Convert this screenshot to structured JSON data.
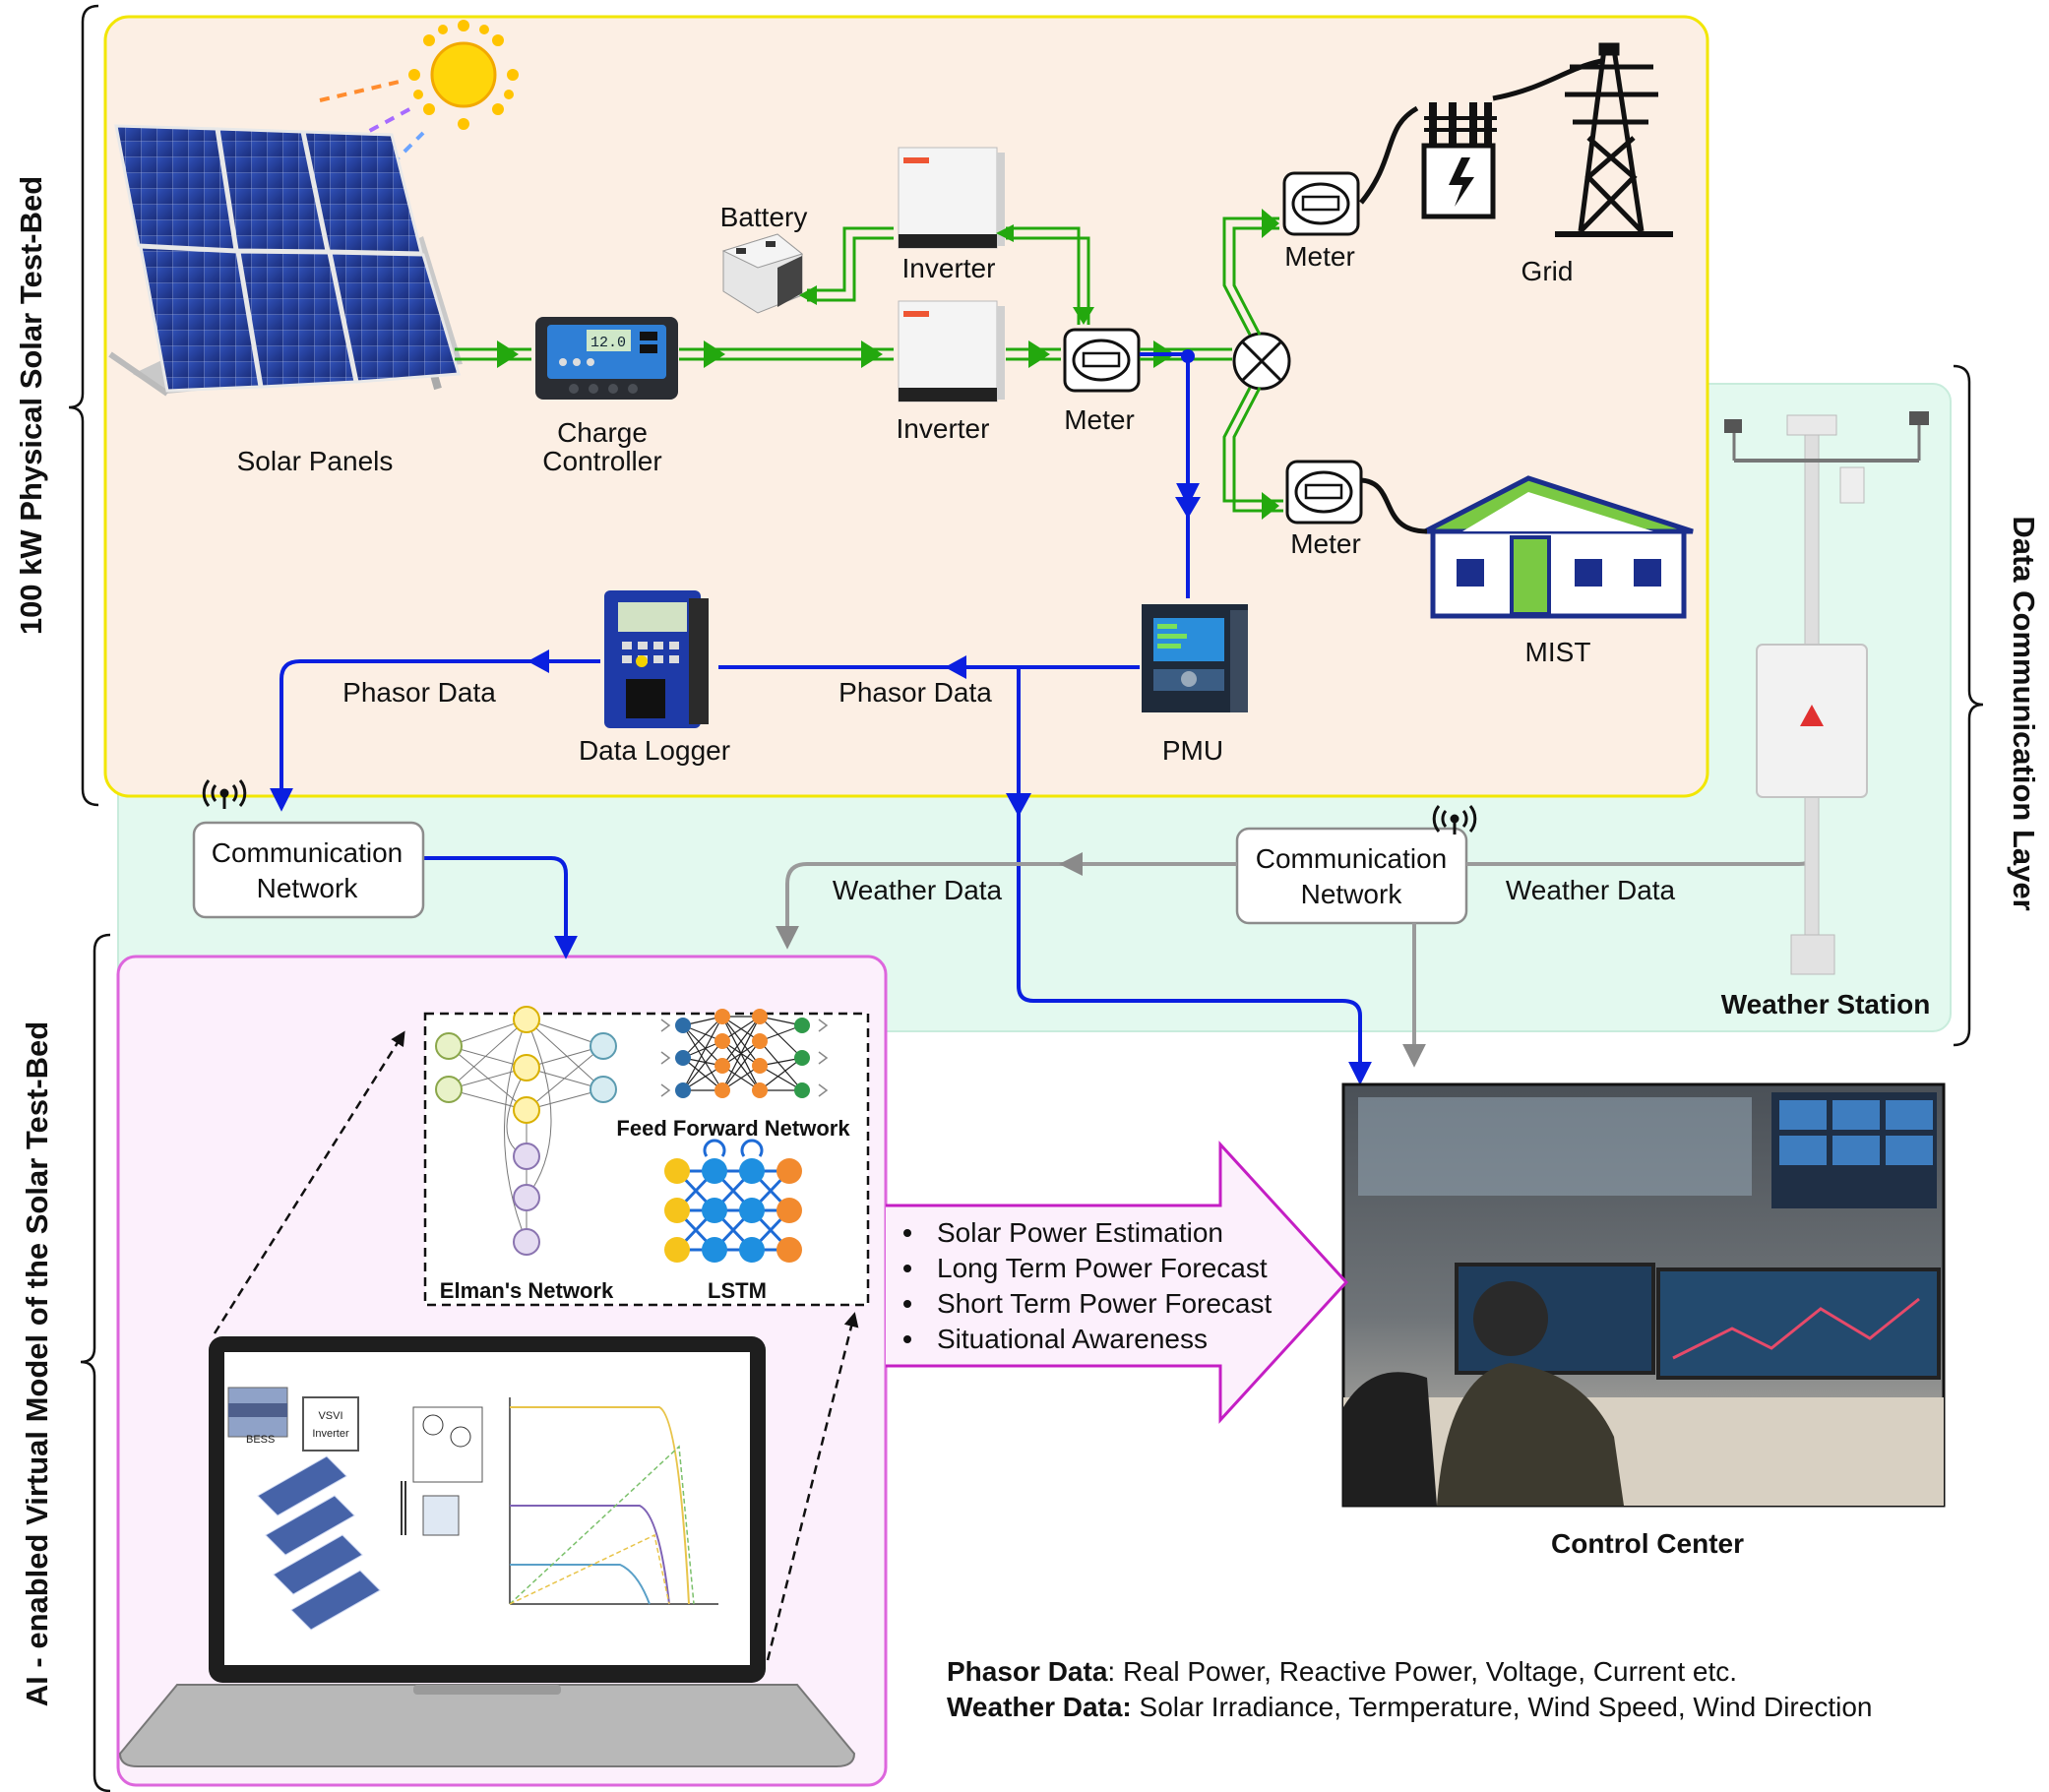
{
  "sections": {
    "physical": "100 kW Physical Solar Test-Bed",
    "communication": "Data Communication Layer",
    "virtual": "AI - enabled Virtual Model of the Solar Test-Bed"
  },
  "components": {
    "solar_panels": "Solar Panels",
    "charge_controller_1": "Charge",
    "charge_controller_2": "Controller",
    "battery": "Battery",
    "inverter_top": "Inverter",
    "inverter_main": "Inverter",
    "meter_main": "Meter",
    "meter_grid": "Meter",
    "meter_mist": "Meter",
    "grid": "Grid",
    "mist": "MIST",
    "pmu": "PMU",
    "data_logger": "Data Logger",
    "weather_station": "Weather Station",
    "control_center": "Control Center"
  },
  "controller_display": "12.0",
  "flows": {
    "phasor_left": "Phasor Data",
    "phasor_right": "Phasor Data",
    "weather_left": "Weather Data",
    "weather_right": "Weather Data"
  },
  "network_left": {
    "line1": "Communication",
    "line2": "Network"
  },
  "network_right": {
    "line1": "Communication",
    "line2": "Network"
  },
  "ai_models": {
    "elman": "Elman's Network",
    "feed_forward": "Feed Forward Network",
    "lstm": "LSTM"
  },
  "laptop_labels": {
    "inverter_1": "VSVI",
    "inverter_2": "Inverter",
    "bess": "BESS"
  },
  "outputs": [
    "Solar Power Estimation",
    "Long Term Power Forecast",
    "Short Term Power Forecast",
    "Situational Awareness"
  ],
  "legend": {
    "phasor_key": "Phasor Data",
    "phasor_value": ": Real Power, Reactive Power, Voltage, Current etc.",
    "weather_key": "Weather Data:",
    "weather_value": " Solar Irradiance, Termperature, Wind Speed, Wind Direction"
  },
  "colors": {
    "physical_bg": "#fcefe4",
    "physical_border": "#f2e600",
    "comm_bg": "#e3f9ef",
    "virtual_bg": "#fcf0fc",
    "virtual_border": "#dd66dd",
    "power_flow": "#23a80e",
    "phasor_flow": "#0a1fe0",
    "weather_flow": "#9a9a9a",
    "output_arrow": "#c41ec4",
    "mist_roof": "#7ac943",
    "mist_body": "#1b2e8c"
  }
}
